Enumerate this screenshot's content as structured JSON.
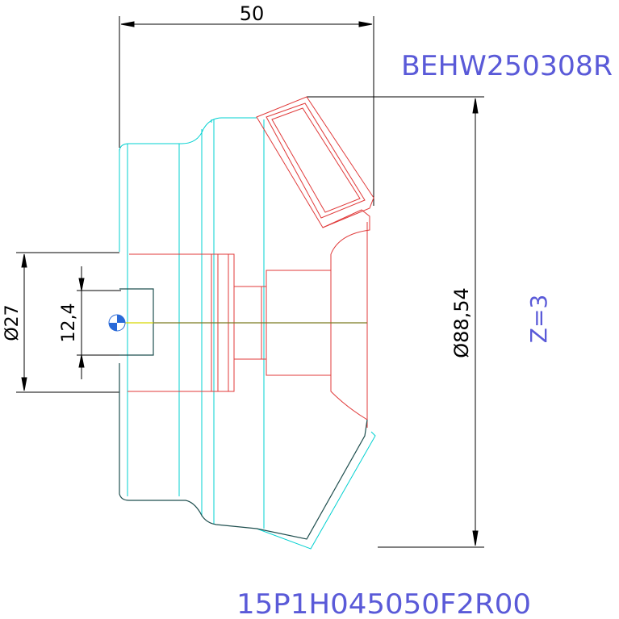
{
  "drawing": {
    "part_code": "BEHW250308R",
    "teeth_label": "Z=3",
    "order_code": "15P1H045050F2R00"
  },
  "dimensions": {
    "length": "50",
    "diameter_outer": "Ø88,54",
    "diameter_bore": "Ø27",
    "keyway": "12,4"
  },
  "colors": {
    "outline": "#1f4f4f",
    "hidden": "#00d0d0",
    "detail": "#e03a3a",
    "dimension": "#000000",
    "annotation": "#5a5ad8",
    "center_line": "#d8d800"
  }
}
